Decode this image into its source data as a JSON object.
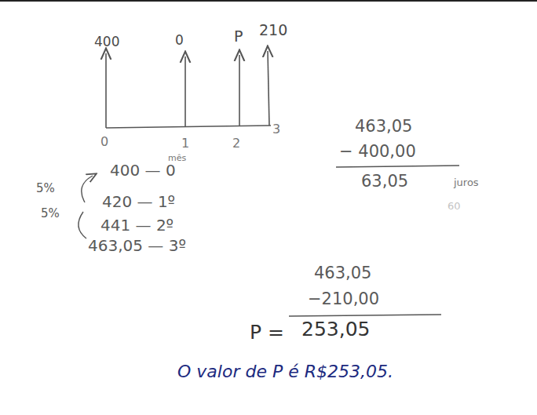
{
  "diagram": {
    "labels": [
      "400",
      "0",
      "P",
      "210",
      "0",
      "1",
      "2",
      "3",
      "400 — 0",
      "mês",
      "5%",
      "420 — 1º",
      "5%",
      "441 — 2º",
      "463,05 — 3º",
      "463,05",
      "− 400,00",
      "63,05",
      "juros",
      "60",
      "463,05",
      "−210,00",
      "P =",
      "253,05",
      "O valor de P é R$253,05."
    ]
  }
}
